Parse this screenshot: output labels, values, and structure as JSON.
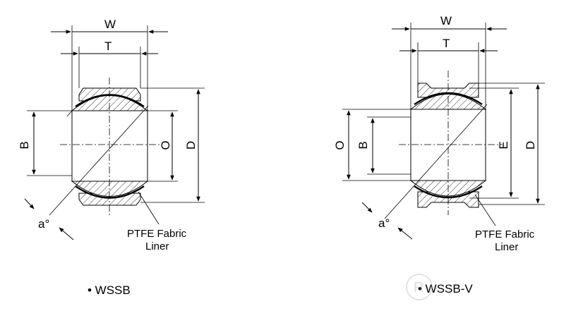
{
  "labels": {
    "width": "W",
    "inner_width": "T",
    "bore": "B",
    "outer_diameter": "D",
    "ball_diameter": "O",
    "groove_diameter": "E",
    "angle": "a°",
    "liner_line1": "PTFE Fabric",
    "liner_line2": "Liner"
  },
  "captions": {
    "left": "• WSSB",
    "right": "• WSSB-V"
  },
  "watermark": "R"
}
